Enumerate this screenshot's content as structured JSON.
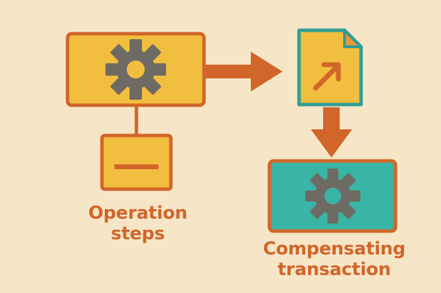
{
  "colors": {
    "background": "#f6e6c7",
    "yellow": "#f2be3f",
    "orange": "#d2652a",
    "gear": "#6e6a64",
    "teal": "#39b5a6",
    "label": "#d2652a"
  },
  "icons": {
    "main_process": "gear-icon",
    "step": "minus-icon",
    "document": "arrow-up-right-icon",
    "compensation": "gear-icon"
  },
  "labels": {
    "operation_steps": [
      "Operation",
      "steps"
    ],
    "compensating_transaction": [
      "Compensating",
      "transaction"
    ]
  }
}
